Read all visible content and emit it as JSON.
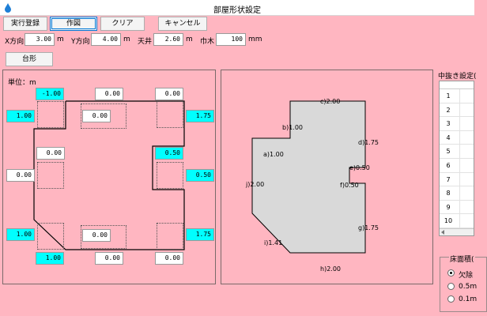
{
  "window": {
    "title": "部屋形状設定"
  },
  "toolbar": {
    "execute_register": "実行登録",
    "draw": "作図",
    "clear": "クリア",
    "cancel": "キャンセル"
  },
  "dims": {
    "x_label": "X方向",
    "x_value": "3.00",
    "x_unit": "m",
    "y_label": "Y方向",
    "y_value": "4.00",
    "y_unit": "m",
    "ceiling_label": "天井",
    "ceiling_value": "2.60",
    "ceiling_unit": "m",
    "baseboard_label": "巾木",
    "baseboard_value": "100",
    "baseboard_unit": "mm"
  },
  "trapezoid_button": "台形",
  "unit_label": "単位：m",
  "edit_fields": {
    "top_left": "-1.00",
    "top_mid": "0.00",
    "top_right": "0.00",
    "upper_left": "1.00",
    "upper_inner": "0.00",
    "upper_right": "1.75",
    "mid_inner_left": "0.00",
    "mid_inner_right": "0.50",
    "mid_left": "0.00",
    "mid_right": "0.50",
    "lower_left": "1.00",
    "lower_inner": "0.00",
    "lower_right": "1.75",
    "bottom_left": "1.00",
    "bottom_mid": "0.00",
    "bottom_right": "0.00"
  },
  "preview_labels": {
    "a": "a)1.00",
    "b": "b)1.00",
    "c": "c)2.00",
    "d": "d)1.75",
    "e": "e)0.50",
    "f": "f)0.50",
    "g": "g)1.75",
    "h": "h)2.00",
    "i": "i)1.41",
    "j": "j)2.00"
  },
  "colors": {
    "background": "#ffb6c1",
    "highlight_field": "#00ffff",
    "preview_fill": "#d9d9d9"
  },
  "cutout_panel": {
    "title": "中抜き設定(",
    "rows": [
      "1",
      "2",
      "3",
      "4",
      "5",
      "6",
      "7",
      "8",
      "9",
      "10"
    ]
  },
  "floor_area": {
    "title": "床面積(",
    "options": [
      "欠除",
      "0.5m",
      "0.1m"
    ],
    "selected": "欠除"
  }
}
